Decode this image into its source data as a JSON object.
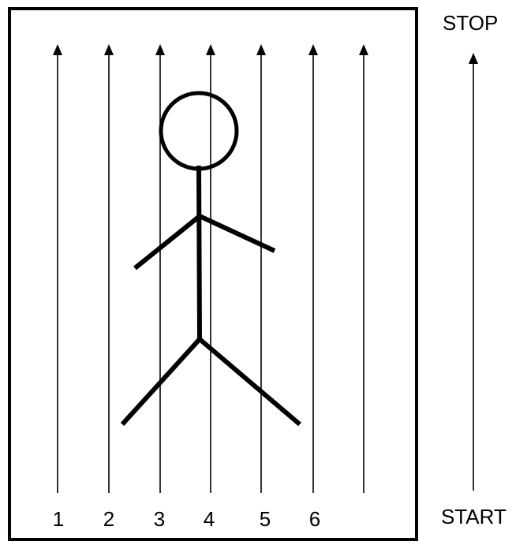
{
  "diagram": {
    "lanes": [
      {
        "label": "1"
      },
      {
        "label": "2"
      },
      {
        "label": "3"
      },
      {
        "label": "4"
      },
      {
        "label": "5"
      },
      {
        "label": "6"
      },
      {
        "label": ""
      }
    ],
    "direction": {
      "stop_label": "STOP",
      "start_label": "START"
    },
    "figure": "stick-figure",
    "colors": {
      "ink": "#000000",
      "background": "#ffffff"
    }
  }
}
